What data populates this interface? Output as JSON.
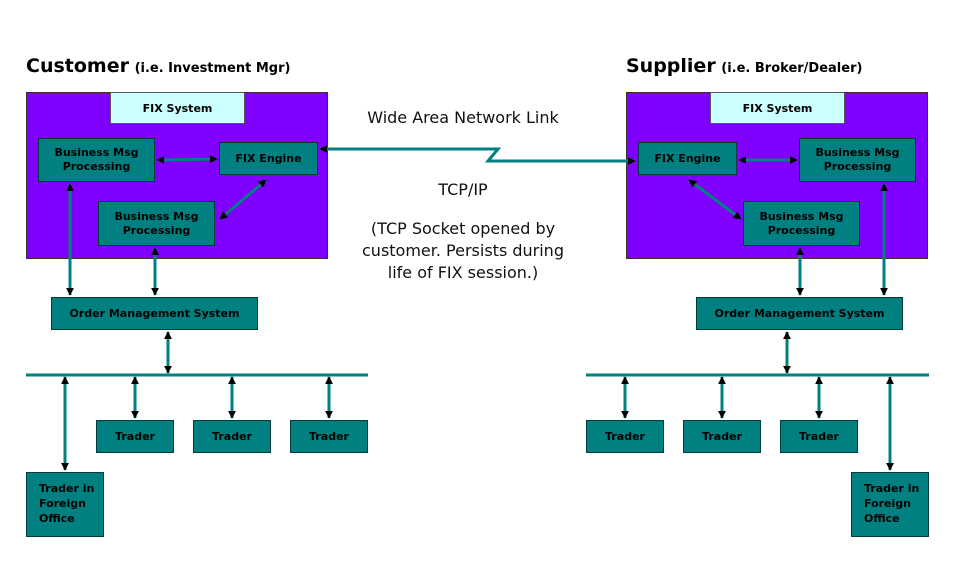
{
  "customer": {
    "title": "Customer",
    "subtitle": "(i.e. Investment Mgr)",
    "fix_system": "FIX System",
    "business_msg_1": "Business Msg Processing",
    "fix_engine": "FIX Engine",
    "business_msg_2": "Business Msg Processing",
    "oms": "Order Management System",
    "traders": [
      "Trader",
      "Trader",
      "Trader"
    ],
    "foreign_trader": "Trader in Foreign Office"
  },
  "supplier": {
    "title": "Supplier",
    "subtitle": "(i.e. Broker/Dealer)",
    "fix_system": "FIX System",
    "fix_engine": "FIX Engine",
    "business_msg_1": "Business Msg Processing",
    "business_msg_2": "Business Msg Processing",
    "oms": "Order Management System",
    "traders": [
      "Trader",
      "Trader",
      "Trader"
    ],
    "foreign_trader": "Trader in Foreign Office"
  },
  "network": {
    "link_label": "Wide Area Network Link",
    "protocol": "TCP/IP",
    "note_line1": "(TCP Socket opened by",
    "note_line2": "customer. Persists during",
    "note_line3": "life of FIX session.)"
  },
  "colors": {
    "panel": "#7f00ff",
    "box": "#008080",
    "fix_system": "#ccffff",
    "line": "#008080",
    "arrow": "#000000"
  }
}
